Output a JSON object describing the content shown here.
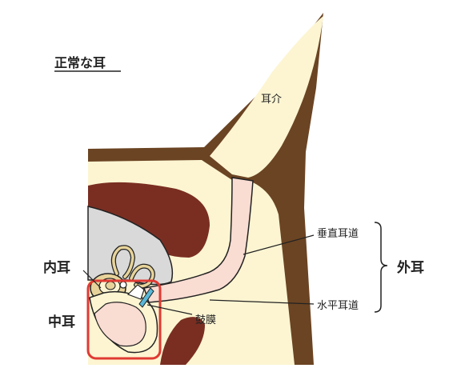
{
  "title": "正常な耳",
  "labels": {
    "pinna": "耳介",
    "vertical_canal": "垂直耳道",
    "horizontal_canal": "水平耳道",
    "eardrum": "鼓膜",
    "outer_ear": "外耳",
    "inner_ear": "内耳",
    "middle_ear": "中耳"
  },
  "colors": {
    "skin_brown": "#6b4423",
    "tissue_cream": "#fdf5d2",
    "canal_pink": "#f9dcd2",
    "muscle_red": "#7a2e22",
    "bone_gray": "#d9d9d9",
    "cochlea_tan": "#e7d39a",
    "highlight_red": "#e03a33",
    "eardrum_blue": "#59b7d8"
  }
}
